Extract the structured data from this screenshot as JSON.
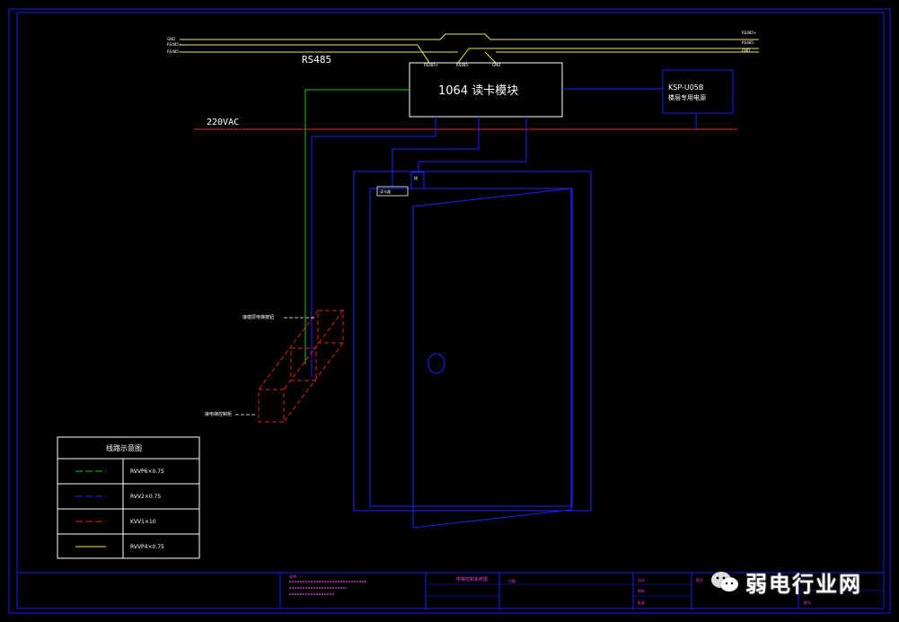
{
  "colors": {
    "frame": "#1a1aff",
    "green": "#22c022",
    "blue": "#2020ff",
    "red": "#e02020",
    "yellow": "#e8e84a",
    "white": "#ffffff",
    "magenta": "#e040e0"
  },
  "bus": {
    "rs485_label": "RS485",
    "power_label": "220VAC",
    "left_line_labels": [
      "GND",
      "RS485+",
      "RS485-"
    ],
    "right_line_labels": [
      "RS485+",
      "RS485-",
      "GND"
    ],
    "tap_labels": [
      "RS485+",
      "RS485-",
      "GND"
    ]
  },
  "module": {
    "label": "1064 读卡模块"
  },
  "power_supply": {
    "line1": "KSP-U05B",
    "line2": "楼层专用电源"
  },
  "door": {
    "reader_label": "读卡器",
    "button_label": "按"
  },
  "pipes": {
    "upper_label": "接楼层电梯按钮",
    "lower_label": "接电梯控制柜"
  },
  "legend": {
    "title": "线路示意图",
    "items": [
      {
        "color": "green",
        "label": "RVVP6×0.75"
      },
      {
        "color": "blue",
        "label": "RVV2×0.75"
      },
      {
        "color": "red",
        "label": "KVV1×10"
      },
      {
        "color": "yellow",
        "label": "RVVP4×0.75"
      }
    ]
  },
  "title_block": {
    "notes": "说明",
    "drawing_title": "电梯控制系统图",
    "date_field": "日期",
    "design_field": "设计",
    "check_field": "审核",
    "approve_field": "批准",
    "sheet_field": "图号",
    "name_field": "图名"
  },
  "watermark": {
    "text": "弱电行业网"
  }
}
